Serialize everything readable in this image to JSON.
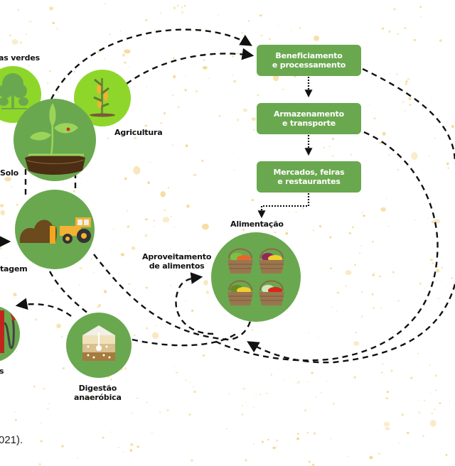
{
  "colors": {
    "node_green": "#6aa84f",
    "light_green": "#8fd62a",
    "box_green": "#6aa84f",
    "arrow": "#111111",
    "speckle": "#f3cf7a"
  },
  "nodes": {
    "areas_verdes": {
      "label": "as verdes",
      "icon": "tree-icon"
    },
    "agricultura": {
      "label": "Agricultura",
      "icon": "corn-plant-icon"
    },
    "solo": {
      "label": "Solo",
      "icon": "sprout-soil-icon"
    },
    "compostagem": {
      "label": "tagem",
      "icon": "tractor-compost-icon"
    },
    "alimentacao": {
      "label": "Alimentação",
      "icon": "food-baskets-icon"
    },
    "aproveitamento": {
      "line1": "Aproveitamento",
      "line2": "de alimentos"
    },
    "digestao": {
      "line1": "Digestão",
      "line2": "anaeróbica",
      "icon": "biodigester-icon"
    },
    "combustiveis": {
      "label": "s",
      "icon": "fuel-pump-icon"
    }
  },
  "process_boxes": [
    {
      "line1": "Beneficiamento",
      "line2": "e processamento"
    },
    {
      "line1": "Armazenamento",
      "line2": "e transporte"
    },
    {
      "line1": "Mercados, feiras",
      "line2": "e restaurantes"
    }
  ],
  "caption": "021)."
}
